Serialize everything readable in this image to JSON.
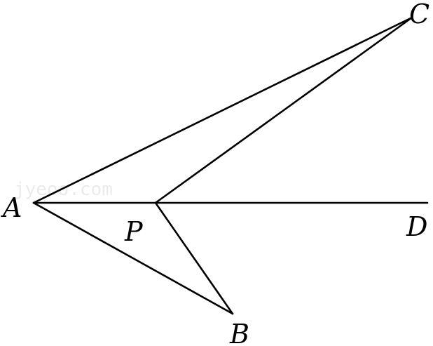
{
  "figure": {
    "type": "geometry",
    "points": {
      "A": "A",
      "B": "B",
      "C": "C",
      "D": "D",
      "P": "P"
    },
    "segments": [
      "AC",
      "PC",
      "AD",
      "AB",
      "PB"
    ],
    "watermark": "jyeoo.com",
    "colors": {
      "line": "#000000",
      "background": "#ffffff"
    }
  }
}
